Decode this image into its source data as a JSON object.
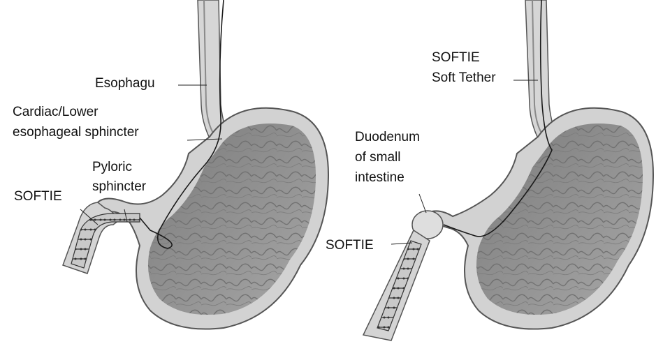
{
  "left_panel": {
    "labels": {
      "esophagus": "Esophagu",
      "cardiac_line1": "Cardiac/Lower",
      "cardiac_line2": "esophageal sphincter",
      "pyloric_line1": "Pyloric",
      "pyloric_line2": "sphincter",
      "softie": "SOFTIE"
    }
  },
  "right_panel": {
    "labels": {
      "softie_title": "SOFTIE",
      "soft_tether": "Soft Tether",
      "duodenum_line1": "Duodenum",
      "duodenum_line2": "of small",
      "duodenum_line3": "intestine",
      "softie": "SOFTIE"
    }
  },
  "colors": {
    "label_text": "#111111",
    "tissue_outer": "#d2d2d2",
    "tissue_inner": "#8c8c8c",
    "wall_edge": "#555555",
    "tether": "#1a1a1a",
    "background": "#ffffff"
  }
}
